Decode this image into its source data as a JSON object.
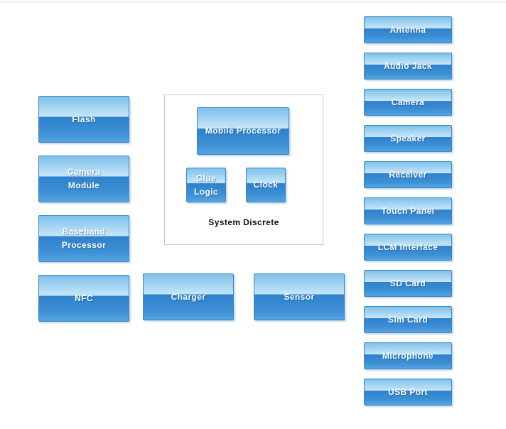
{
  "colors": {
    "block_border": "#3c86c8",
    "block_gradient": [
      "#7fc1ea",
      "#c6e6f9",
      "#2e81cb",
      "#3d8fd4",
      "#55a3e1"
    ],
    "block_text": "#ffffff",
    "container_border": "#c8c8c8",
    "title_text": "#111111",
    "top_strip": "#fafafa",
    "top_strip_border": "#ececec"
  },
  "diagram": {
    "left_blocks": [
      {
        "name": "flash",
        "lines": [
          "Flash"
        ]
      },
      {
        "name": "camera-module",
        "lines": [
          "Camera",
          "Module"
        ]
      },
      {
        "name": "baseband-processor",
        "lines": [
          "Baseband",
          "Processor"
        ]
      },
      {
        "name": "nfc",
        "lines": [
          "NFC"
        ]
      }
    ],
    "bottom_blocks": [
      {
        "name": "charger",
        "lines": [
          "Charger"
        ]
      },
      {
        "name": "sensor",
        "lines": [
          "Sensor"
        ]
      }
    ],
    "system_discrete": {
      "title": "System Discrete",
      "blocks": [
        {
          "name": "mobile-processor",
          "lines": [
            "Mobile Processor"
          ],
          "size": "lg"
        },
        {
          "name": "glue-logic",
          "lines": [
            "Glue",
            "Logic"
          ],
          "size": "sm"
        },
        {
          "name": "clock",
          "lines": [
            "Clock"
          ],
          "size": "sm"
        }
      ]
    },
    "right_blocks": [
      {
        "name": "antenna",
        "lines": [
          "Antenna"
        ]
      },
      {
        "name": "audio-jack",
        "lines": [
          "Audio Jack"
        ]
      },
      {
        "name": "camera",
        "lines": [
          "Camera"
        ]
      },
      {
        "name": "speaker",
        "lines": [
          "Speaker"
        ]
      },
      {
        "name": "receiver",
        "lines": [
          "Receiver"
        ]
      },
      {
        "name": "touch-panel",
        "lines": [
          "Touch Panel"
        ]
      },
      {
        "name": "lcm-interface",
        "lines": [
          "LCM Interface"
        ]
      },
      {
        "name": "sd-card",
        "lines": [
          "SD Card"
        ]
      },
      {
        "name": "sim-card",
        "lines": [
          "Sim Card"
        ]
      },
      {
        "name": "microphone",
        "lines": [
          "Microphone"
        ]
      },
      {
        "name": "usb-port",
        "lines": [
          "USB Port"
        ]
      }
    ]
  }
}
